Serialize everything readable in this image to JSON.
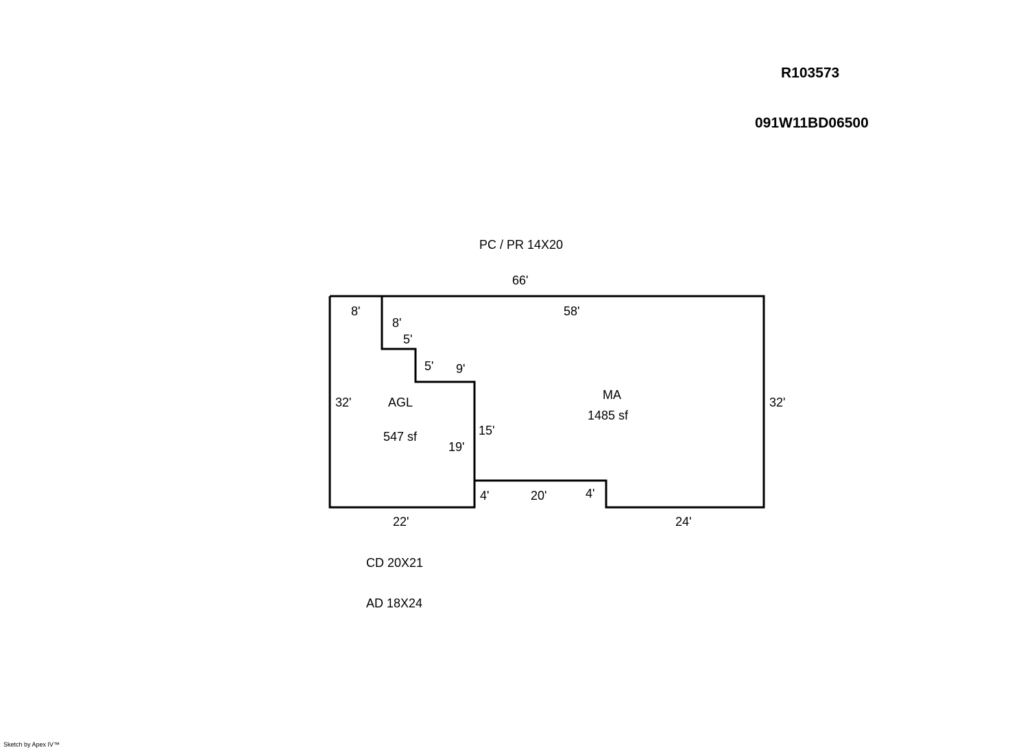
{
  "header": {
    "account_id": "R103573",
    "map_number": "091W11BD06500"
  },
  "notes": {
    "porch": "PC / PR  14X20",
    "cd": "CD  20X21",
    "ad": "AD  18X24"
  },
  "areas": {
    "agl": {
      "label": "AGL",
      "area": "547 sf"
    },
    "ma": {
      "label": "MA",
      "area": "1485 sf"
    }
  },
  "dimensions": {
    "top_total": "66'",
    "agl_top": "8'",
    "step1_vertical": "8'",
    "step1_horizontal": "5'",
    "step2_vertical": "5'",
    "step2_horizontal": "9'",
    "ma_top": "58'",
    "left": "32'",
    "right": "32'",
    "agl_inner": "19'",
    "ma_inner": "15'",
    "notch_left": "4'",
    "notch_width": "20'",
    "notch_right": "4'",
    "agl_bottom": "22'",
    "ma_bottom": "24'"
  },
  "footer": {
    "credit": "Sketch by Apex IV™"
  }
}
